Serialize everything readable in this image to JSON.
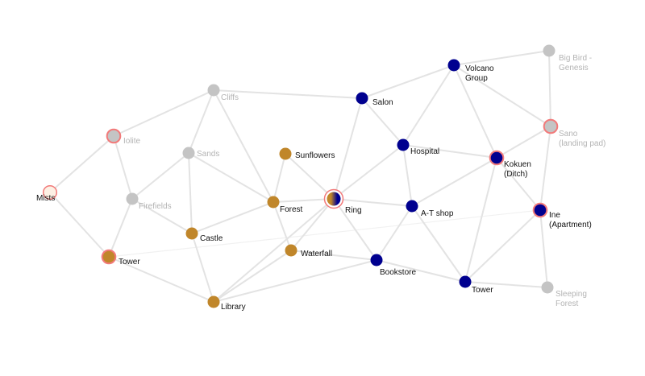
{
  "colors": {
    "blue": "#00008f",
    "orange": "#c0862a",
    "gray": "#c4c4c4",
    "peach": "#fdf0e4",
    "ring_outline": "#f27a7a",
    "edge": "#e3e3e3",
    "muted_text": "#b4b4b4"
  },
  "nodes": [
    {
      "id": "mists",
      "label": [
        "Mists"
      ],
      "fill": "peach",
      "ring": true,
      "muted": false
    },
    {
      "id": "iolite",
      "label": [
        "Iolite"
      ],
      "fill": "gray",
      "ring": true,
      "muted": true
    },
    {
      "id": "firefields",
      "label": [
        "Firefields"
      ],
      "fill": "gray",
      "ring": false,
      "muted": true
    },
    {
      "id": "tower-left",
      "label": [
        "Tower"
      ],
      "fill": "orange",
      "ring": true,
      "muted": false
    },
    {
      "id": "cliffs",
      "label": [
        "Cliffs"
      ],
      "fill": "gray",
      "ring": false,
      "muted": true
    },
    {
      "id": "sands",
      "label": [
        "Sands"
      ],
      "fill": "gray",
      "ring": false,
      "muted": true
    },
    {
      "id": "castle",
      "label": [
        "Castle"
      ],
      "fill": "orange",
      "ring": false,
      "muted": false
    },
    {
      "id": "library",
      "label": [
        "Library"
      ],
      "fill": "orange",
      "ring": false,
      "muted": false
    },
    {
      "id": "sunflowers",
      "label": [
        "Sunflowers"
      ],
      "fill": "orange",
      "ring": false,
      "muted": false
    },
    {
      "id": "forest",
      "label": [
        "Forest"
      ],
      "fill": "orange",
      "ring": false,
      "muted": false
    },
    {
      "id": "waterfall",
      "label": [
        "Waterfall"
      ],
      "fill": "orange",
      "ring": false,
      "muted": false
    },
    {
      "id": "ring",
      "label": [
        "Ring"
      ],
      "fill": "split",
      "ring": true,
      "muted": false
    },
    {
      "id": "salon",
      "label": [
        "Salon"
      ],
      "fill": "blue",
      "ring": false,
      "muted": false
    },
    {
      "id": "hospital",
      "label": [
        "Hospital"
      ],
      "fill": "blue",
      "ring": false,
      "muted": false
    },
    {
      "id": "at-shop",
      "label": [
        "A-T shop"
      ],
      "fill": "blue",
      "ring": false,
      "muted": false
    },
    {
      "id": "bookstore",
      "label": [
        "Bookstore"
      ],
      "fill": "blue",
      "ring": false,
      "muted": false
    },
    {
      "id": "volcano-group",
      "label": [
        "Volcano",
        "Group"
      ],
      "fill": "blue",
      "ring": false,
      "muted": false
    },
    {
      "id": "kokuen-ditch",
      "label": [
        "Kokuen",
        "(Ditch)"
      ],
      "fill": "blue",
      "ring": true,
      "muted": false
    },
    {
      "id": "tower-right",
      "label": [
        "Tower"
      ],
      "fill": "blue",
      "ring": false,
      "muted": false
    },
    {
      "id": "ine-apartment",
      "label": [
        "Ine",
        "(Apartment)"
      ],
      "fill": "blue",
      "ring": true,
      "muted": false
    },
    {
      "id": "big-bird-genesis",
      "label": [
        "Big Bird -",
        "Genesis"
      ],
      "fill": "gray",
      "ring": false,
      "muted": true
    },
    {
      "id": "sano-landing-pad",
      "label": [
        "Sano",
        "(landing pad)"
      ],
      "fill": "gray",
      "ring": true,
      "muted": true
    },
    {
      "id": "sleeping-forest",
      "label": [
        "Sleeping",
        "Forest"
      ],
      "fill": "gray",
      "ring": false,
      "muted": true
    }
  ],
  "edges": [
    {
      "from": "mists",
      "to": "iolite"
    },
    {
      "from": "mists",
      "to": "tower-left"
    },
    {
      "from": "iolite",
      "to": "firefields"
    },
    {
      "from": "iolite",
      "to": "cliffs"
    },
    {
      "from": "firefields",
      "to": "tower-left"
    },
    {
      "from": "firefields",
      "to": "sands"
    },
    {
      "from": "firefields",
      "to": "castle"
    },
    {
      "from": "tower-left",
      "to": "library"
    },
    {
      "from": "tower-left",
      "to": "ine-apartment",
      "faint": true
    },
    {
      "from": "cliffs",
      "to": "sands"
    },
    {
      "from": "cliffs",
      "to": "forest"
    },
    {
      "from": "cliffs",
      "to": "salon"
    },
    {
      "from": "sands",
      "to": "castle"
    },
    {
      "from": "sands",
      "to": "forest"
    },
    {
      "from": "castle",
      "to": "forest"
    },
    {
      "from": "castle",
      "to": "library"
    },
    {
      "from": "library",
      "to": "waterfall"
    },
    {
      "from": "library",
      "to": "ring"
    },
    {
      "from": "library",
      "to": "bookstore"
    },
    {
      "from": "sunflowers",
      "to": "forest"
    },
    {
      "from": "sunflowers",
      "to": "ring"
    },
    {
      "from": "forest",
      "to": "waterfall"
    },
    {
      "from": "forest",
      "to": "ring"
    },
    {
      "from": "waterfall",
      "to": "ring"
    },
    {
      "from": "waterfall",
      "to": "bookstore"
    },
    {
      "from": "ring",
      "to": "salon"
    },
    {
      "from": "ring",
      "to": "hospital"
    },
    {
      "from": "ring",
      "to": "at-shop"
    },
    {
      "from": "ring",
      "to": "bookstore"
    },
    {
      "from": "salon",
      "to": "hospital"
    },
    {
      "from": "salon",
      "to": "volcano-group"
    },
    {
      "from": "hospital",
      "to": "volcano-group"
    },
    {
      "from": "hospital",
      "to": "at-shop"
    },
    {
      "from": "hospital",
      "to": "kokuen-ditch"
    },
    {
      "from": "at-shop",
      "to": "bookstore"
    },
    {
      "from": "at-shop",
      "to": "kokuen-ditch"
    },
    {
      "from": "at-shop",
      "to": "tower-right"
    },
    {
      "from": "bookstore",
      "to": "tower-right"
    },
    {
      "from": "volcano-group",
      "to": "kokuen-ditch"
    },
    {
      "from": "volcano-group",
      "to": "big-bird-genesis"
    },
    {
      "from": "big-bird-genesis",
      "to": "sano-landing-pad"
    },
    {
      "from": "volcano-group",
      "to": "sano-landing-pad"
    },
    {
      "from": "kokuen-ditch",
      "to": "sano-landing-pad"
    },
    {
      "from": "kokuen-ditch",
      "to": "ine-apartment"
    },
    {
      "from": "kokuen-ditch",
      "to": "tower-right"
    },
    {
      "from": "sano-landing-pad",
      "to": "ine-apartment"
    },
    {
      "from": "ine-apartment",
      "to": "tower-right"
    },
    {
      "from": "ine-apartment",
      "to": "sleeping-forest"
    },
    {
      "from": "tower-right",
      "to": "sleeping-forest"
    }
  ]
}
